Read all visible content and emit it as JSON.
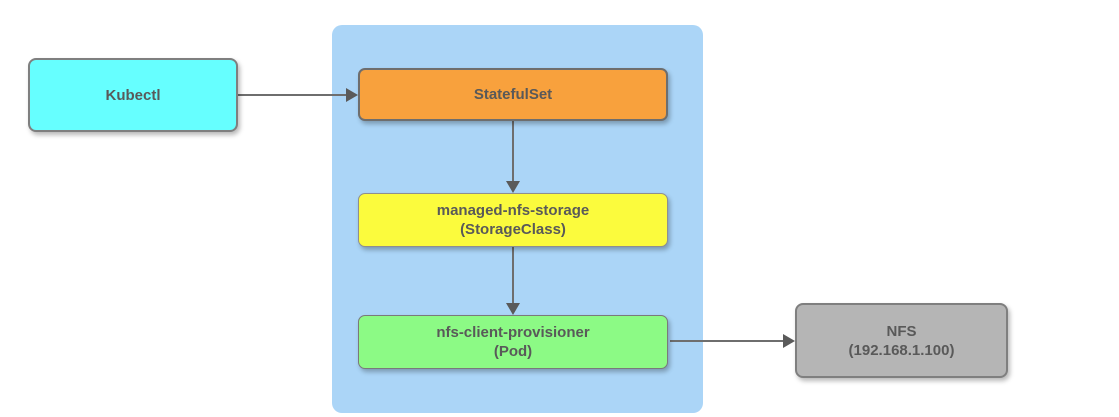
{
  "diagram": {
    "type": "flow-diagram",
    "description_visible_only": "Kubernetes NFS dynamic provisioning flow diagram",
    "cluster": {
      "fill": "#abd5f7"
    },
    "nodes": {
      "kubectl": {
        "label": "Kubectl",
        "fill": "#66ffff",
        "border": "#7f7f7f"
      },
      "statefulset": {
        "label": "StatefulSet",
        "fill": "#f8a13d",
        "border": "#6e6e6e"
      },
      "storageclass": {
        "line1": "managed-nfs-storage",
        "line2": "(StorageClass)",
        "fill": "#fbfb3d",
        "border": "#8f8f8f"
      },
      "pod": {
        "line1": "nfs-client-provisioner",
        "line2": "(Pod)",
        "fill": "#8cfa85",
        "border": "#7a7a7a"
      },
      "nfs": {
        "line1": "NFS",
        "line2": "(192.168.1.100)",
        "fill": "#b5b5b5",
        "border": "#7f7f7f"
      }
    },
    "edges": [
      {
        "from": "kubectl",
        "to": "statefulset",
        "direction": "right"
      },
      {
        "from": "statefulset",
        "to": "storageclass",
        "direction": "down"
      },
      {
        "from": "storageclass",
        "to": "pod",
        "direction": "down"
      },
      {
        "from": "pod",
        "to": "nfs",
        "direction": "right"
      }
    ],
    "text_color": "#595959",
    "arrow_color": "#6e6e6e"
  }
}
